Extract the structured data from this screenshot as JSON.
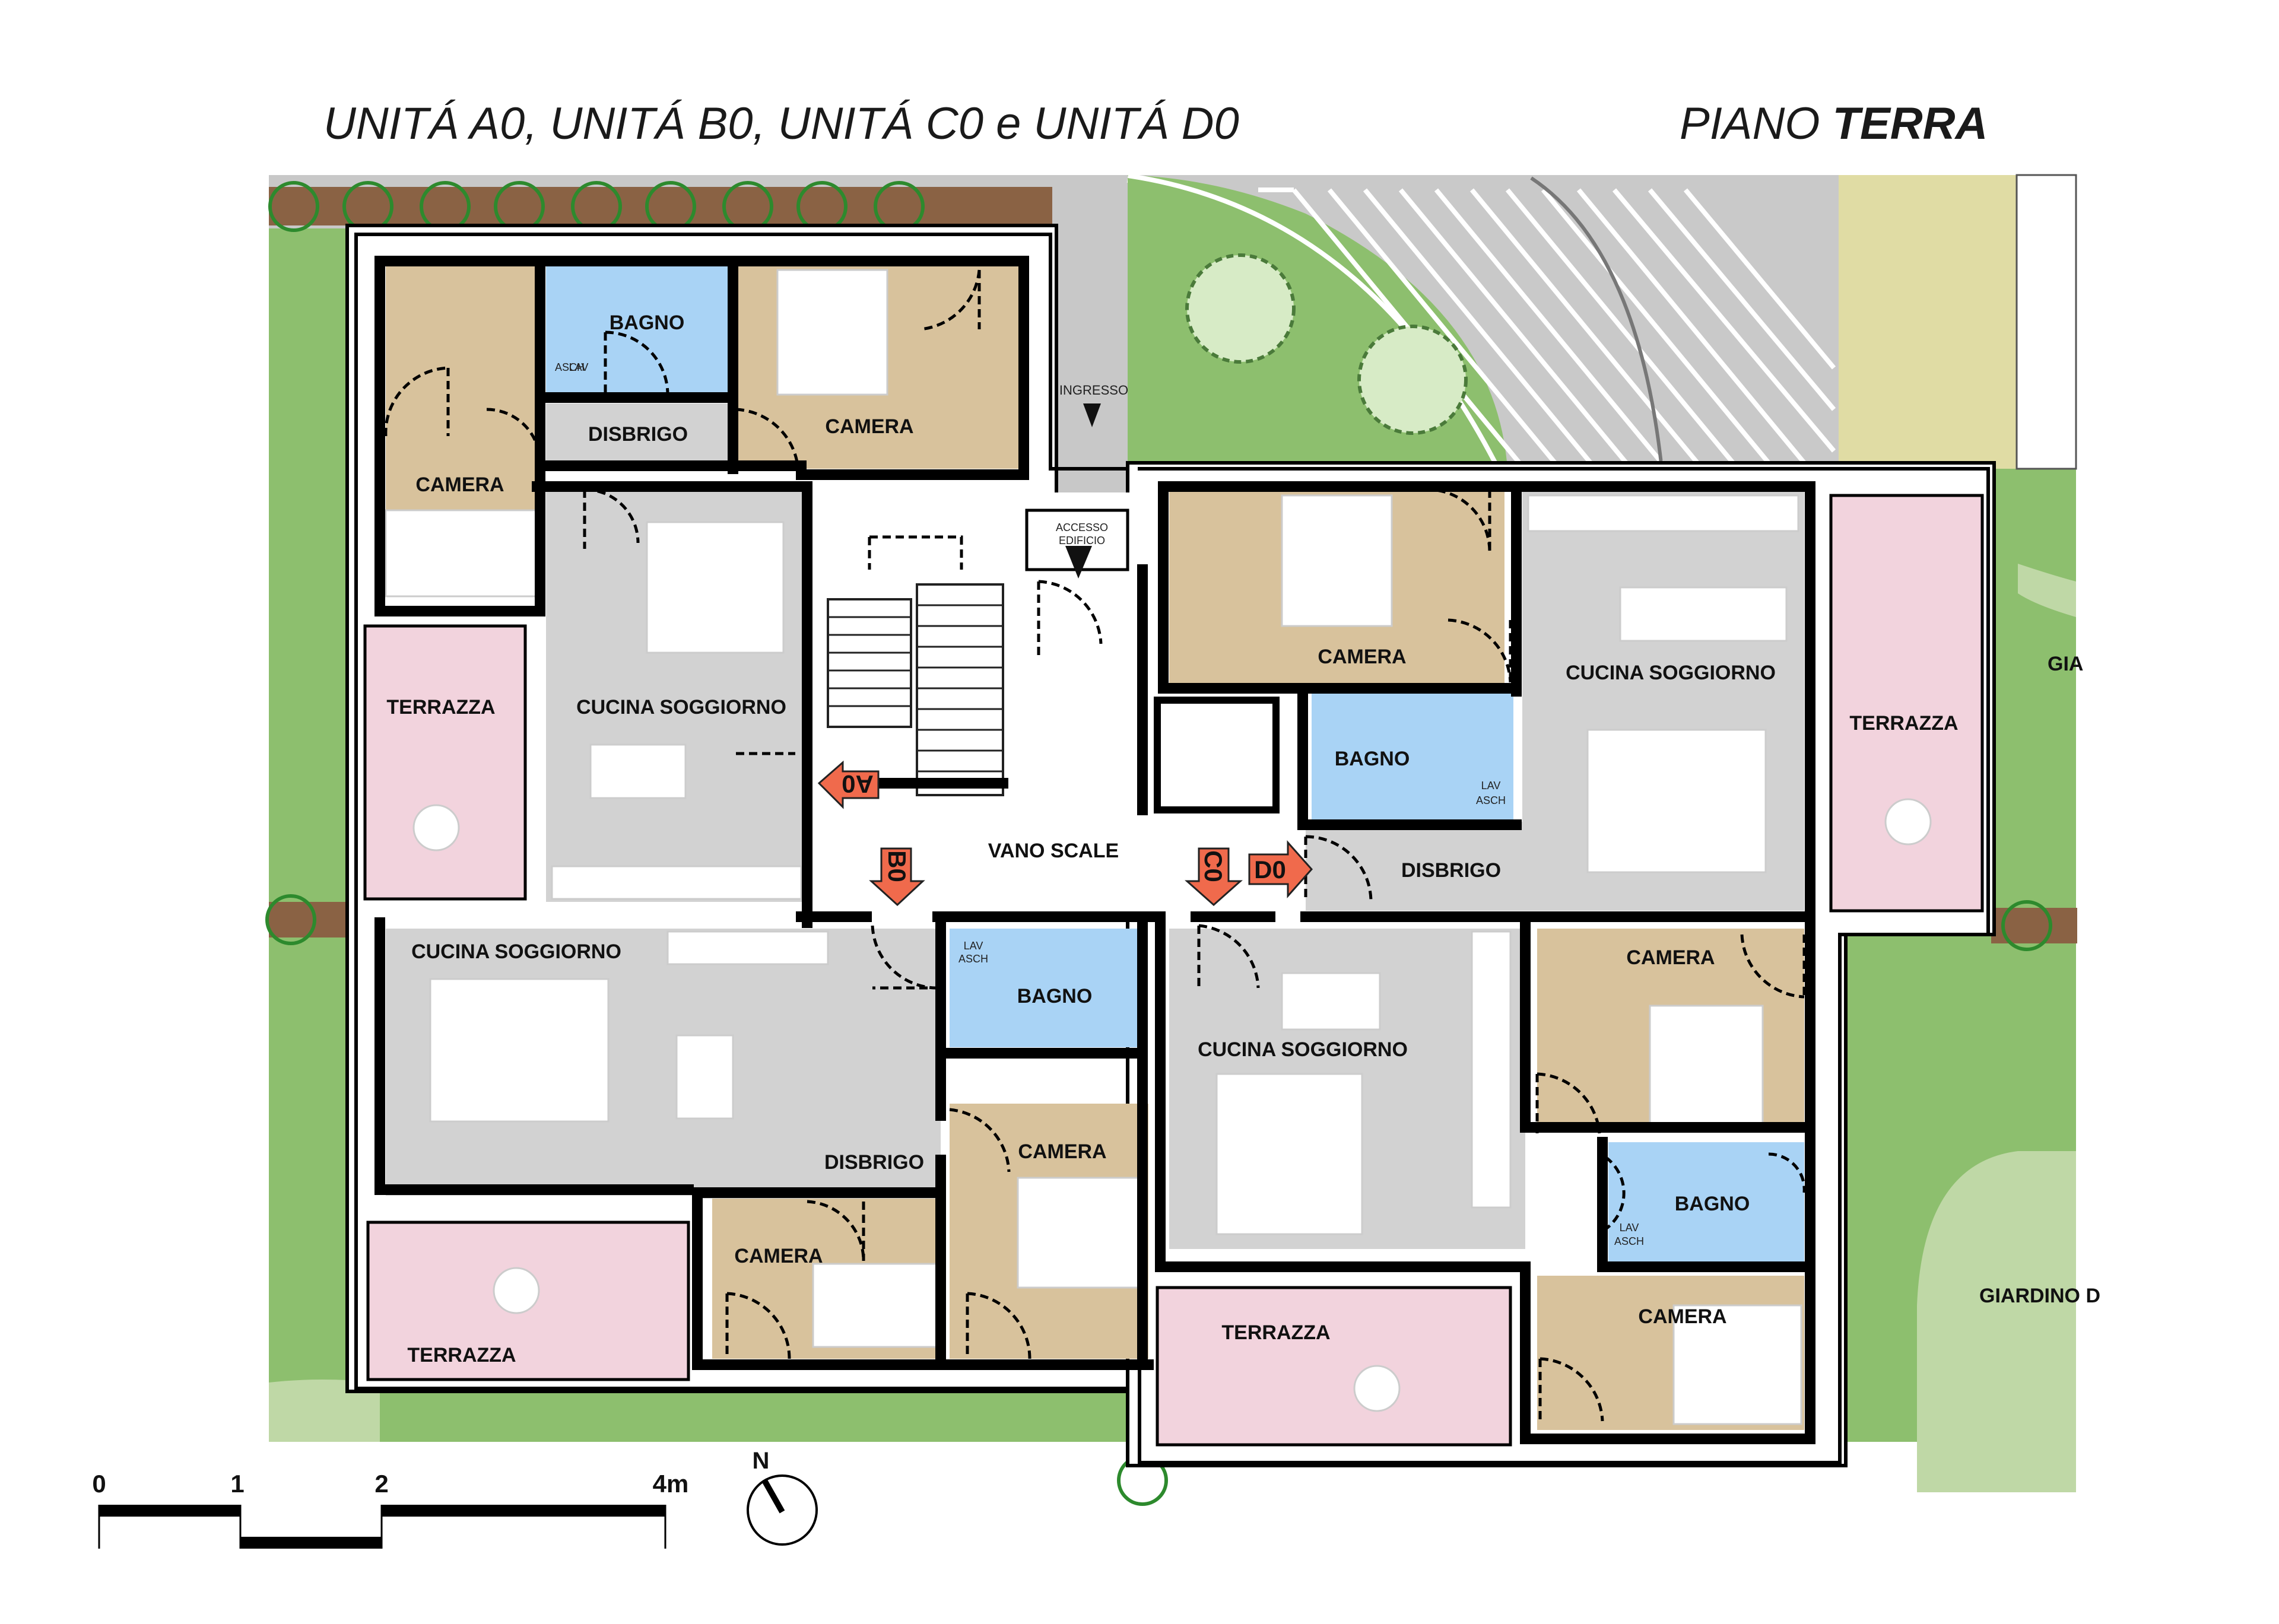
{
  "title": {
    "units": "UNITÁ A0, UNITÁ B0, UNITÁ C0 e UNITÁ D0",
    "floor_prefix": "PIANO ",
    "floor_name": "TERRA"
  },
  "rooms": {
    "a0_camera_1": "CAMERA",
    "a0_bagno": "BAGNO",
    "a0_camera_2": "CAMERA",
    "a0_disbrigo": "DISBRIGO",
    "a0_cucina": "CUCINA SOGGIORNO",
    "a0_terrazza": "TERRAZZA",
    "a0_lav": "LAV",
    "a0_asch": "ASCH",
    "c0_camera": "CAMERA",
    "c0_bagno": "BAGNO",
    "c0_disbrigo": "DISBRIGO",
    "c0_cucina": "CUCINA SOGGIORNO",
    "c0_terrazza": "TERRAZZA",
    "c0_lav": "LAV",
    "c0_asch": "ASCH",
    "vano_scale": "VANO SCALE",
    "ingresso": "INGRESSO",
    "accesso_1": "ACCESSO",
    "accesso_2": "EDIFICIO",
    "b0_cucina": "CUCINA SOGGIORNO",
    "b0_disbrigo": "DISBRIGO",
    "b0_camera_1": "CAMERA",
    "b0_camera_2": "CAMERA",
    "b0_bagno": "BAGNO",
    "b0_terrazza": "TERRAZZA",
    "b0_lav": "LAV",
    "b0_asch": "ASCH",
    "d0_cucina": "CUCINA SOGGIORNO",
    "d0_camera_1": "CAMERA",
    "d0_camera_2": "CAMERA",
    "d0_bagno": "BAGNO",
    "d0_terrazza": "TERRAZZA",
    "d0_lav": "LAV",
    "d0_asch": "ASCH",
    "giardino_1": "GIA",
    "giardino_2": "GIARDINO D"
  },
  "unit_tags": {
    "a0": "A0",
    "b0": "B0",
    "c0": "C0",
    "d0": "D0"
  },
  "north": "N",
  "scale_bar": {
    "labels": [
      "0",
      "1",
      "2",
      "4m"
    ]
  },
  "colors": {
    "garden": "#8dbf6e",
    "garden_light": "#bfd8a6",
    "bedroom": "#d8c29c",
    "bathroom": "#a9d3f5",
    "living": "#d2d2d2",
    "terrace": "#f2d3dd",
    "path": "#c8c8c8",
    "hedge": "#8a6244",
    "arrow": "#f06a4c",
    "wall": "#000000",
    "field": "#e0dca4"
  }
}
